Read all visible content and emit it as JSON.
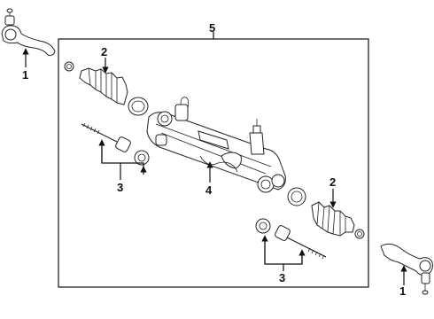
{
  "diagram": {
    "callouts": {
      "c1_left": "1",
      "c1_right": "1",
      "c2_top": "2",
      "c2_right": "2",
      "c3_left": "3",
      "c3_bottom": "3",
      "c4": "4",
      "c5": "5"
    }
  }
}
